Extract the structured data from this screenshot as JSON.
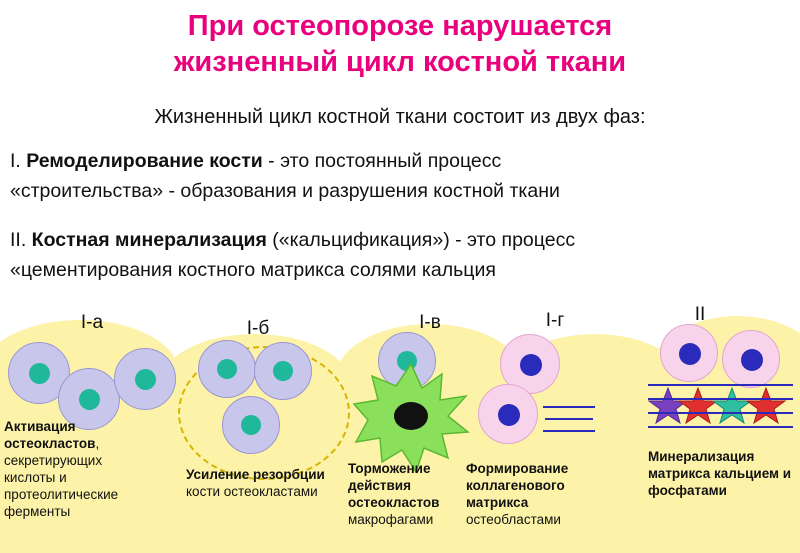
{
  "title": {
    "line1": "При остеопорозе нарушается",
    "line2": "жизненный цикл костной ткани",
    "color": "#e8007d"
  },
  "intro": "Жизненный цикл костной ткани состоит из двух фаз:",
  "paragraphs": [
    {
      "prefix": "I. ",
      "bold": "Ремоделирование кости",
      "rest": " - это постоянный процесс",
      "line2": "«строительства» - образования и разрушения костной ткани"
    },
    {
      "prefix": "II. ",
      "bold": "Костная минерализация",
      "rest": " («кальцификация») - это процесс",
      "line2": "«цементирования костного матрикса солями кальция"
    }
  ],
  "stages": [
    {
      "id": "I-a",
      "label": "I-а",
      "caption_bold": "Активация остеокластов",
      "caption_rest": ", секретирующих кислоты и протеолитические ферменты"
    },
    {
      "id": "I-b",
      "label": "I-б",
      "caption_bold": "Усиление резорбции",
      "caption_rest": " кости остеокластами"
    },
    {
      "id": "I-v",
      "label": "I-в",
      "caption_bold": "Торможение действия остеокластов",
      "caption_rest": " макрофагами"
    },
    {
      "id": "I-g",
      "label": "I-г",
      "caption_bold": "Формирование коллагенового матрикса",
      "caption_rest": " остеобластами"
    },
    {
      "id": "II",
      "label": "II",
      "caption_bold": "Минерализация матрикса кальцием и фосфатами",
      "caption_rest": ""
    }
  ],
  "colors": {
    "title": "#e8007d",
    "body_text": "#111111",
    "band_background": "#fdf3a8",
    "cell_purple": "#c9c6ec",
    "cell_pink": "#f7d3ec",
    "nucleus_teal": "#1fb89b",
    "nucleus_blue": "#2b2bbb",
    "osteoclast_green": "#8ae05a",
    "dashed_outline": "#d8b400",
    "star_red": "#e03030",
    "star_purple": "#7a3fbf",
    "star_teal": "#2fbfa0"
  }
}
